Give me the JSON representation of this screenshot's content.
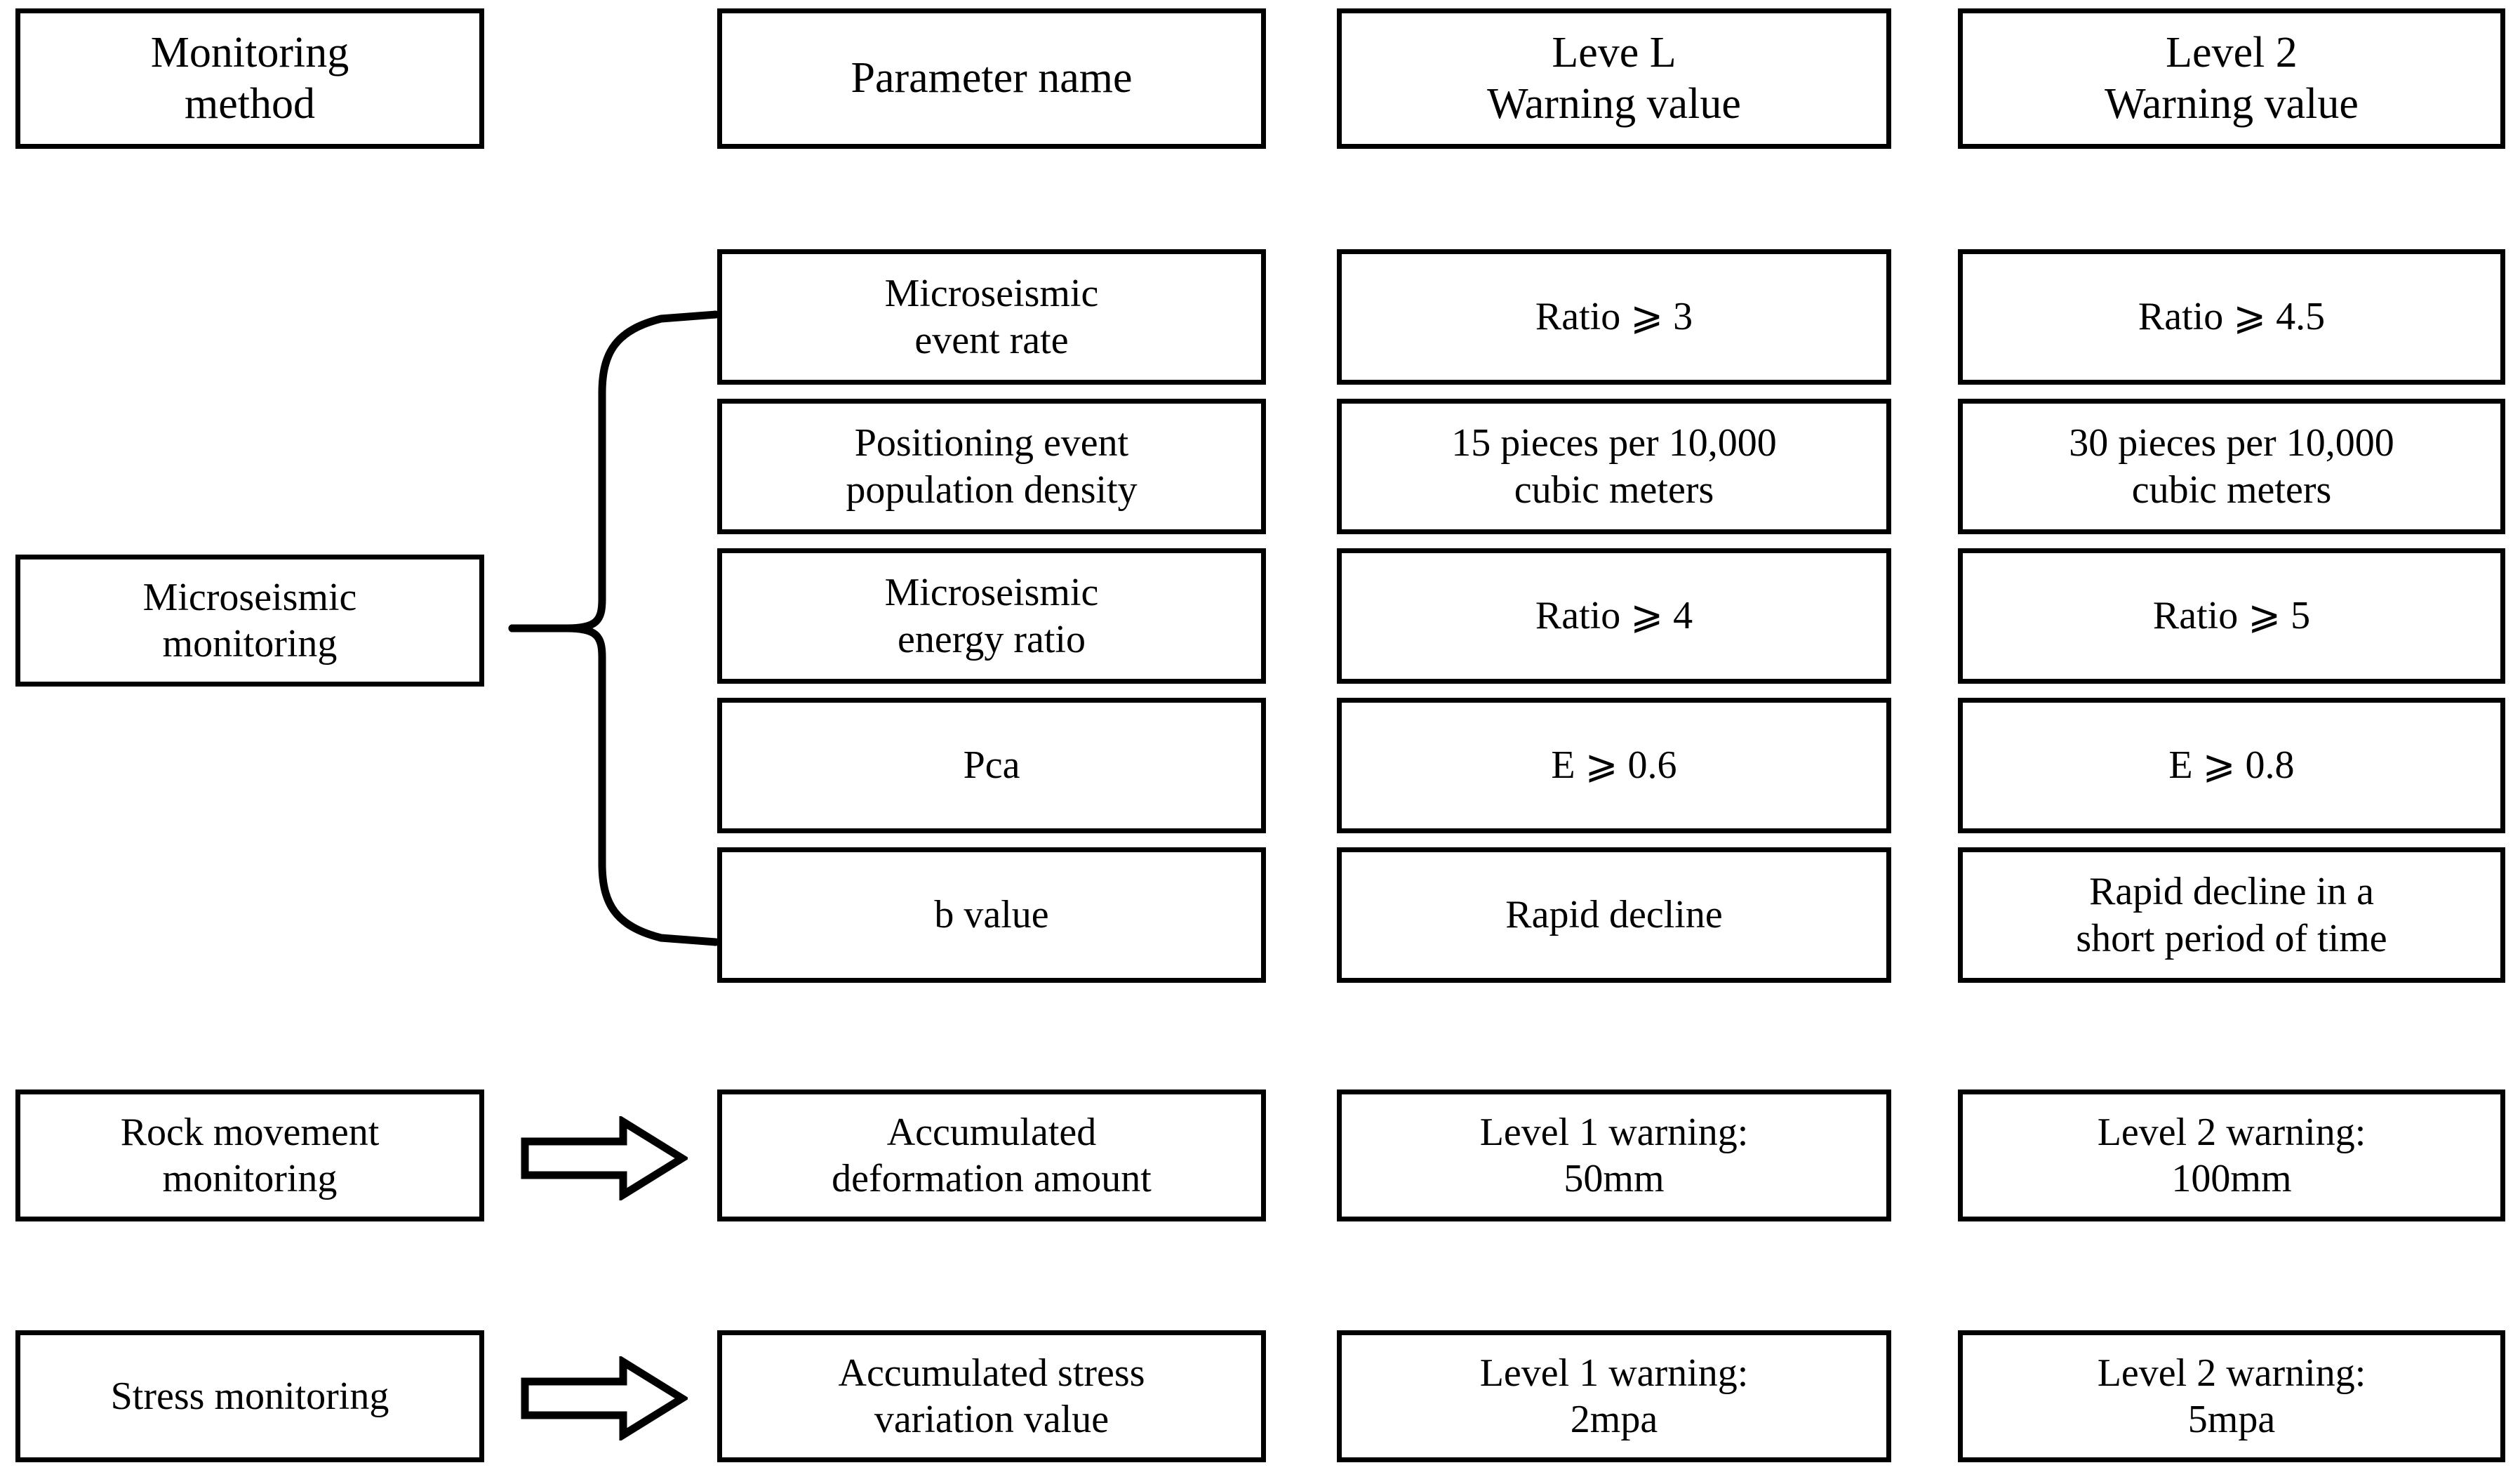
{
  "diagram": {
    "title_row": {
      "columns": [
        {
          "id": "monitoring-method",
          "label": "Monitoring\nmethod"
        },
        {
          "id": "parameter-name",
          "label": "Parameter name"
        },
        {
          "id": "level-1-warning",
          "label": "Leve L\nWarning value"
        },
        {
          "id": "level-2-warning",
          "label": "Level 2\nWarning value"
        }
      ]
    },
    "groups": [
      {
        "id": "microseismic-monitoring",
        "method": "Microseismic\nmonitoring",
        "connector": "curly-brace",
        "rows": [
          {
            "parameter": "Microseismic\nevent rate",
            "level1": "Ratio ⩾ 3",
            "level2": "Ratio ⩾ 4.5"
          },
          {
            "parameter": "Positioning event\npopulation density",
            "level1": "15 pieces per 10,000\ncubic meters",
            "level2": "30 pieces per 10,000\ncubic meters"
          },
          {
            "parameter": "Microseismic\nenergy ratio",
            "level1": "Ratio ⩾ 4",
            "level2": "Ratio ⩾ 5"
          },
          {
            "parameter": "Pca",
            "level1": "E ⩾ 0.6",
            "level2": "E ⩾ 0.8"
          },
          {
            "parameter": "b value",
            "level1": "Rapid decline",
            "level2": "Rapid decline in a\nshort period of time"
          }
        ]
      },
      {
        "id": "rock-movement-monitoring",
        "method": "Rock movement\nmonitoring",
        "connector": "block-arrow-right",
        "rows": [
          {
            "parameter": "Accumulated\ndeformation amount",
            "level1": "Level 1 warning:\n50mm",
            "level2": "Level 2 warning:\n100mm"
          }
        ]
      },
      {
        "id": "stress-monitoring",
        "method": "Stress monitoring",
        "connector": "block-arrow-right",
        "rows": [
          {
            "parameter": "Accumulated stress\nvariation value",
            "level1": "Level 1 warning:\n2mpa",
            "level2": "Level 2 warning:\n5mpa"
          }
        ]
      }
    ],
    "colors": {
      "stroke": "#000000",
      "background": "#ffffff",
      "text": "#000000"
    }
  }
}
